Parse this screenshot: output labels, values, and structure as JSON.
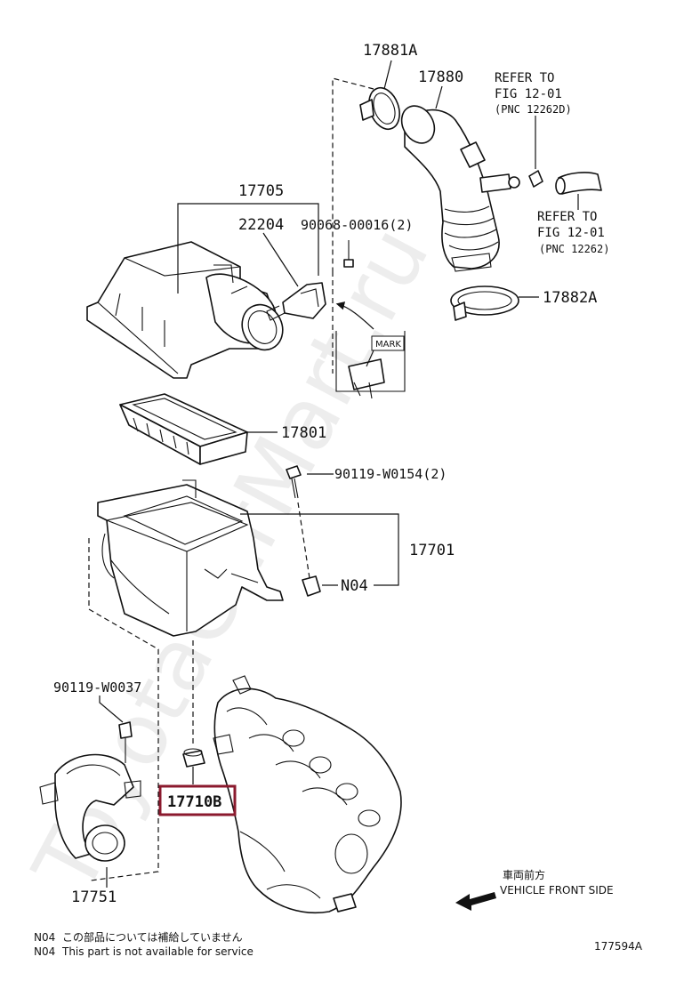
{
  "parts": {
    "p17881A": "17881A",
    "p17880": "17880",
    "refer1_line1": "REFER TO",
    "refer1_line2": "FIG 12-01",
    "refer1_pnc": "(PNC 12262D)",
    "refer2_line1": "REFER TO",
    "refer2_line2": "FIG 12-01",
    "refer2_pnc": "(PNC 12262)",
    "p17705": "17705",
    "p22204": "22204",
    "p90068": "90068-00016(2)",
    "mark": "MARK",
    "p17882A": "17882A",
    "p17801": "17801",
    "p90119_0154": "90119-W0154(2)",
    "p17701": "17701",
    "n04": "N04",
    "p90119_0037": "90119-W0037",
    "p17710B": "17710B",
    "p17751": "17751"
  },
  "direction": {
    "jp": "車両前方",
    "en": "VEHICLE FRONT SIDE"
  },
  "footnotes": [
    {
      "code": "N04",
      "text": "この部品については補給していません"
    },
    {
      "code": "N04",
      "text": "This part is not available for service"
    }
  ],
  "figure_id": "177594A",
  "watermark": "ToyotaCarMart.ru",
  "highlight_color": "#8b1a2e"
}
